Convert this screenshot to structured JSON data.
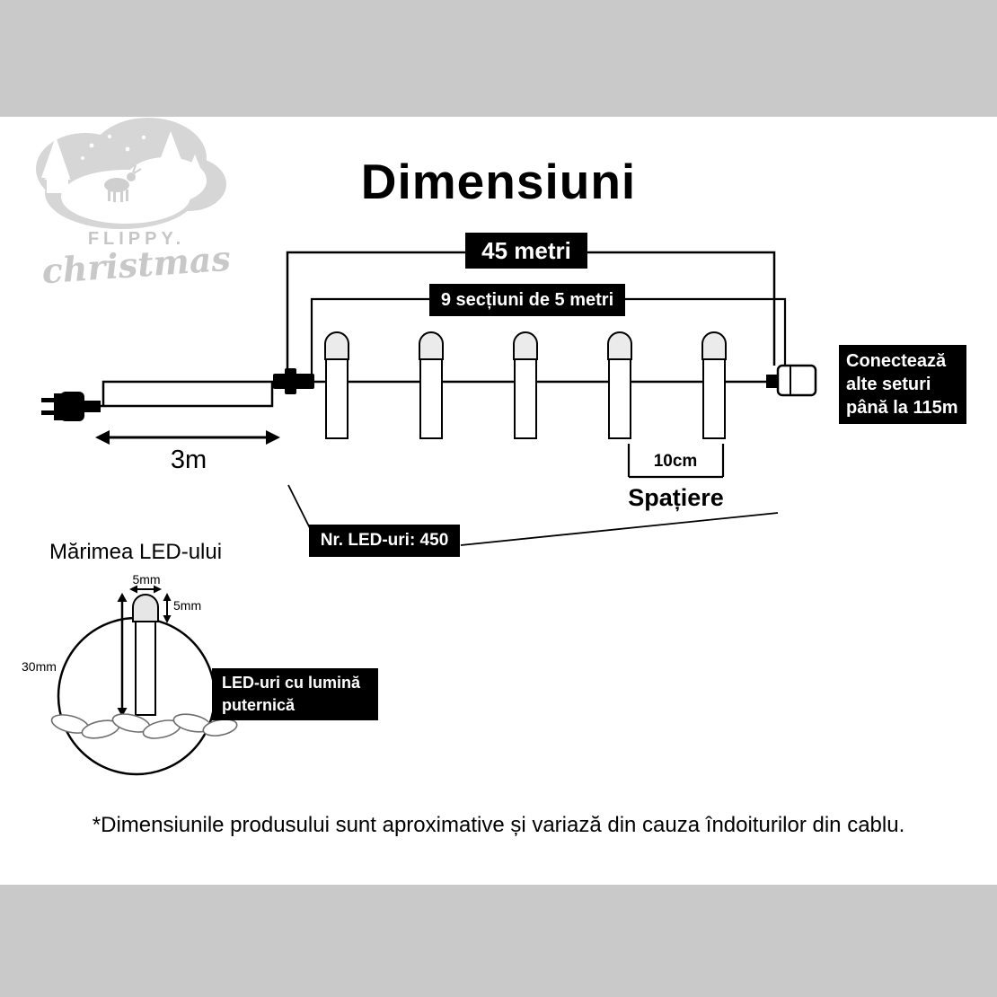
{
  "page": {
    "title": "Dimensiuni",
    "footnote": "*Dimensiunile produsului sunt aproximative și variază din cauza îndoiturilor din cablu."
  },
  "logo": {
    "brand": "FLIPPY.",
    "script": "christmas"
  },
  "diagram": {
    "total_length": "45 metri",
    "sections": "9 secțiuni de 5 metri",
    "lead_length": "3m",
    "spacing_value": "10cm",
    "spacing_label": "Spațiere",
    "led_count": "Nr. LED-uri: 450",
    "connect_note_lines": [
      "Conectează",
      "alte seturi",
      "până la 115m"
    ]
  },
  "led_detail": {
    "title": "Mărimea LED-ului",
    "width": "5mm",
    "cap_height": "5mm",
    "length": "30mm",
    "feature_lines": [
      "LED-uri cu lumină",
      "puternică"
    ]
  },
  "colors": {
    "band": "#c9c9c9",
    "panel": "#ffffff",
    "callout_bg": "#000000",
    "callout_text": "#ffffff",
    "line": "#000000",
    "logo_text": "#c6c6c6"
  }
}
